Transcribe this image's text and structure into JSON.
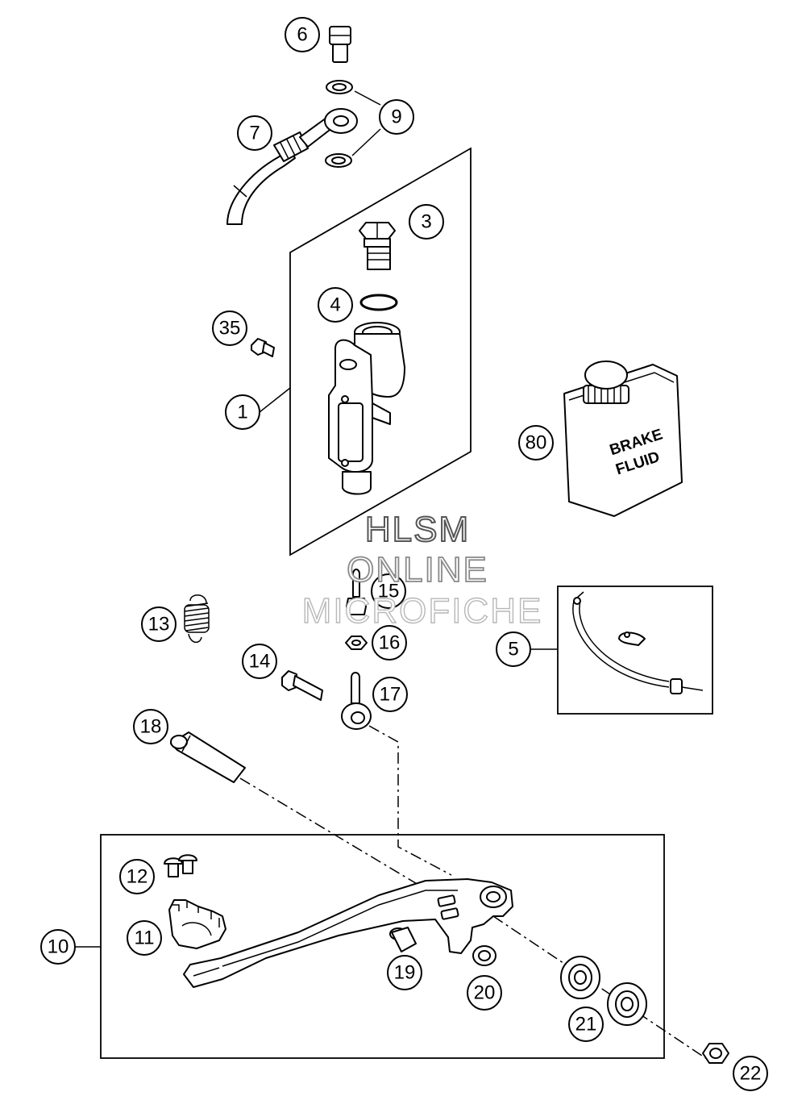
{
  "watermark": {
    "line1": "HLSM",
    "line2": "ONLINE",
    "line3": "MICROFICHE"
  },
  "bottle_label": {
    "line1": "BRAKE",
    "line2": "FLUID"
  },
  "callouts": [
    {
      "id": "c1",
      "label": "1"
    },
    {
      "id": "c3",
      "label": "3"
    },
    {
      "id": "c4",
      "label": "4"
    },
    {
      "id": "c5",
      "label": "5"
    },
    {
      "id": "c6",
      "label": "6"
    },
    {
      "id": "c7",
      "label": "7"
    },
    {
      "id": "c9",
      "label": "9"
    },
    {
      "id": "c10",
      "label": "10"
    },
    {
      "id": "c11",
      "label": "11"
    },
    {
      "id": "c12",
      "label": "12"
    },
    {
      "id": "c13",
      "label": "13"
    },
    {
      "id": "c14",
      "label": "14"
    },
    {
      "id": "c15",
      "label": "15"
    },
    {
      "id": "c16",
      "label": "16"
    },
    {
      "id": "c17",
      "label": "17"
    },
    {
      "id": "c18",
      "label": "18"
    },
    {
      "id": "c19",
      "label": "19"
    },
    {
      "id": "c20",
      "label": "20"
    },
    {
      "id": "c21",
      "label": "21"
    },
    {
      "id": "c22",
      "label": "22"
    },
    {
      "id": "c35",
      "label": "35"
    },
    {
      "id": "c80",
      "label": "80"
    }
  ]
}
